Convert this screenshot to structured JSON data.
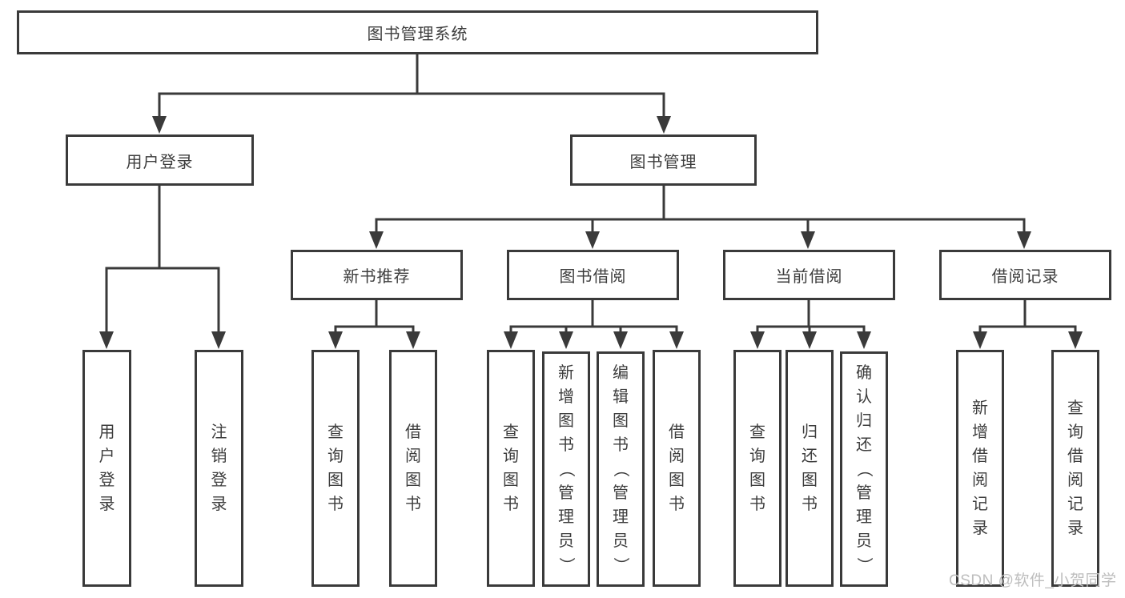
{
  "diagram": {
    "root": {
      "label": "图书管理系统"
    },
    "level2": [
      {
        "label": "用户登录"
      },
      {
        "label": "图书管理"
      }
    ],
    "level3": [
      {
        "label": "新书推荐"
      },
      {
        "label": "图书借阅"
      },
      {
        "label": "当前借阅"
      },
      {
        "label": "借阅记录"
      }
    ],
    "leaves": {
      "user_login": [
        {
          "label": "用户登录"
        },
        {
          "label": "注销登录"
        }
      ],
      "new_book_recommend": [
        {
          "label": "查询图书"
        },
        {
          "label": "借阅图书"
        }
      ],
      "book_borrowing": [
        {
          "label": "查询图书"
        },
        {
          "label": "新增图书（管理员）"
        },
        {
          "label": "编辑图书（管理员）"
        },
        {
          "label": "借阅图书"
        }
      ],
      "current_borrowing": [
        {
          "label": "查询图书"
        },
        {
          "label": "归还图书"
        },
        {
          "label": "确认归还（管理员）"
        }
      ],
      "borrowing_records": [
        {
          "label": "新增借阅记录"
        },
        {
          "label": "查询借阅记录"
        }
      ]
    }
  },
  "watermark": {
    "text": "CSDN @软件_小贺同学"
  },
  "colors": {
    "line": "#3a3a3a",
    "text": "#3d3d3d",
    "watermark": "#bdbdbd",
    "background": "#ffffff"
  }
}
